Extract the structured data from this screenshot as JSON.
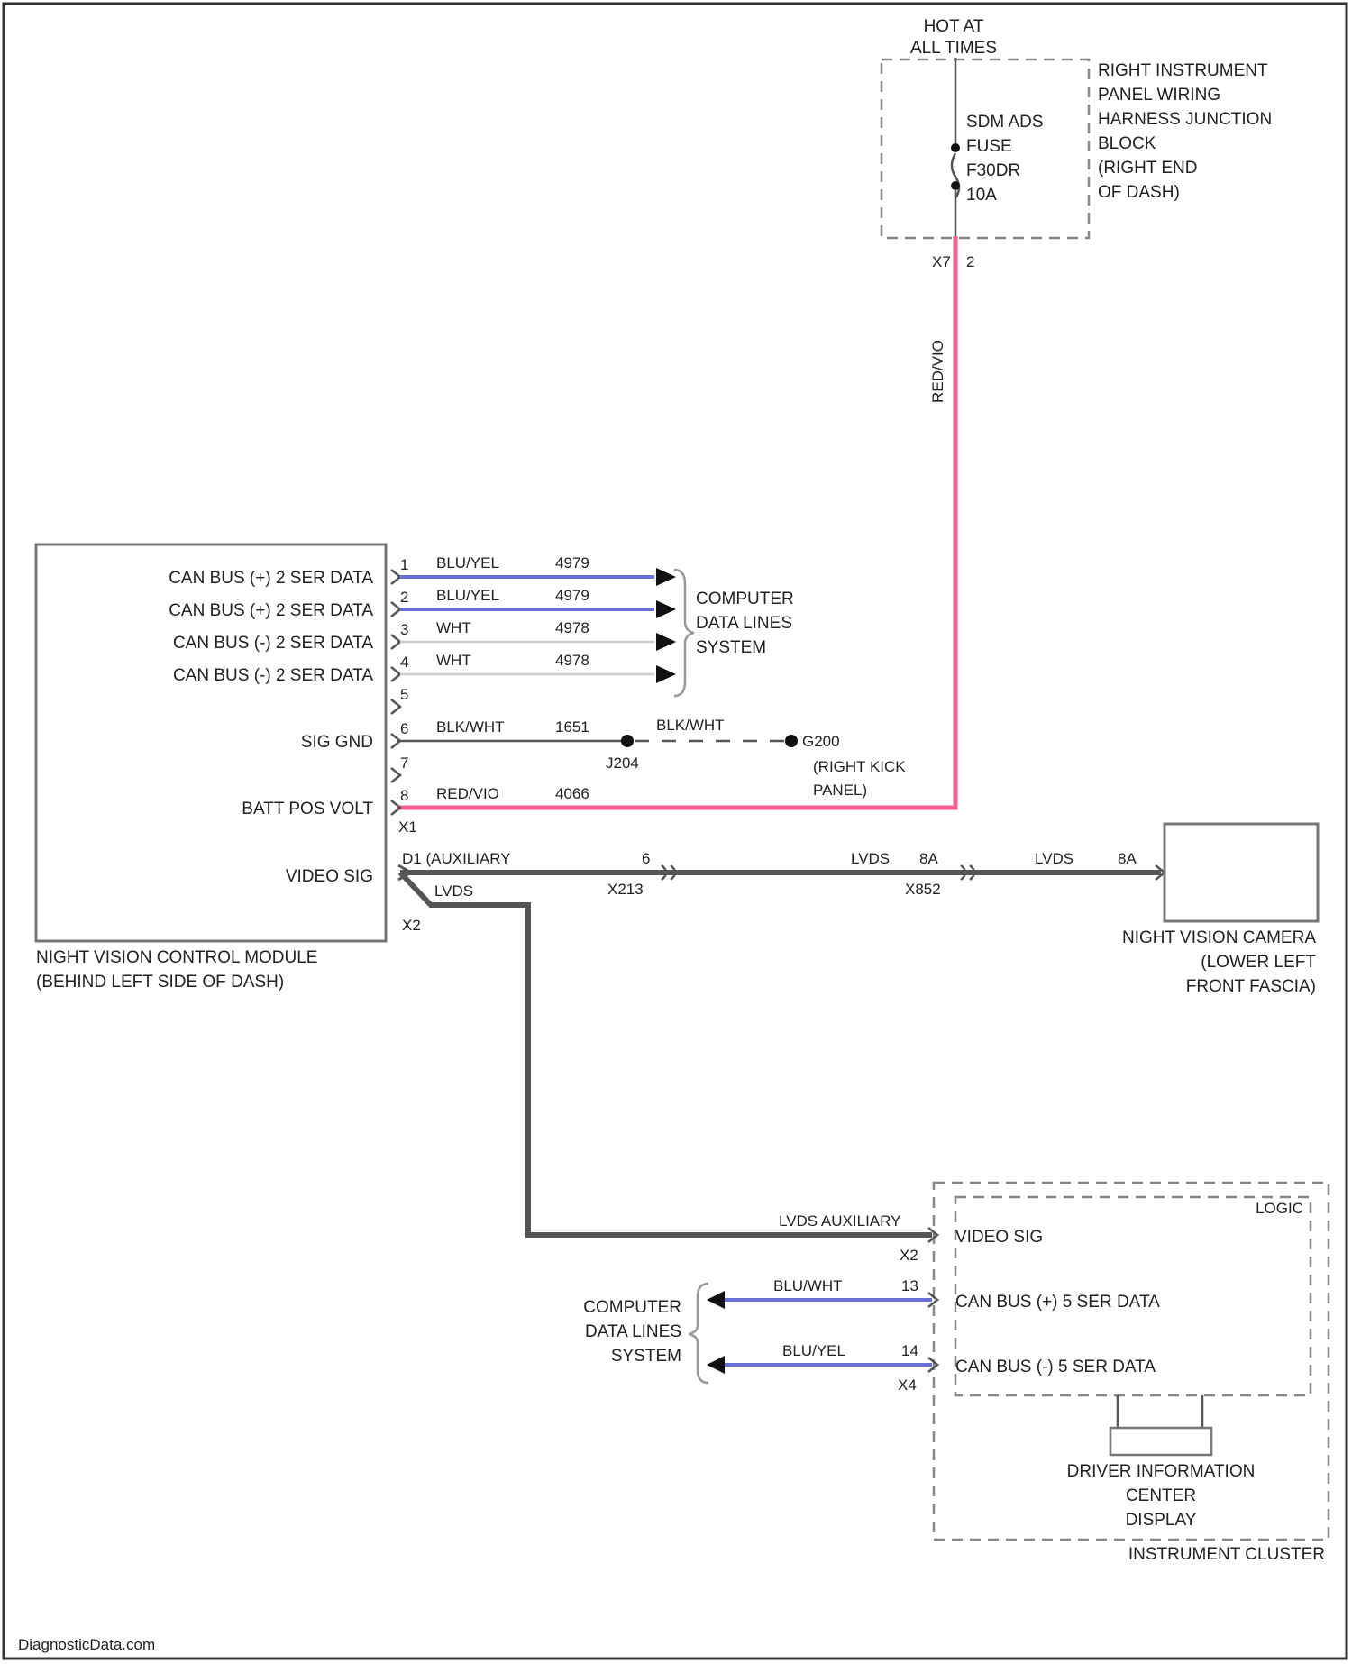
{
  "fuse_block": {
    "hot": "HOT AT\nALL TIMES",
    "name": "RIGHT INSTRUMENT\nPANEL WIRING\nHARNESS JUNCTION\nBLOCK\n(RIGHT END\nOF DASH)",
    "fuse": "SDM ADS\nFUSE\nF30DR\n10A",
    "connector": "X7",
    "pin": "2"
  },
  "nvm": {
    "name": "NIGHT VISION CONTROL MODULE\n(BEHIND LEFT SIDE OF DASH)",
    "pins": [
      {
        "num": "1",
        "label": "CAN BUS (+) 2 SER DATA",
        "color": "BLU/YEL",
        "circuit": "4979"
      },
      {
        "num": "2",
        "label": "CAN BUS (+) 2 SER DATA",
        "color": "BLU/YEL",
        "circuit": "4979"
      },
      {
        "num": "3",
        "label": "CAN BUS (-) 2 SER DATA",
        "color": "WHT",
        "circuit": "4978"
      },
      {
        "num": "4",
        "label": "CAN BUS (-) 2 SER DATA",
        "color": "WHT",
        "circuit": "4978"
      },
      {
        "num": "5",
        "label": "",
        "color": "",
        "circuit": ""
      },
      {
        "num": "6",
        "label": "SIG GND",
        "color": "BLK/WHT",
        "circuit": "1651"
      },
      {
        "num": "7",
        "label": "",
        "color": "",
        "circuit": ""
      },
      {
        "num": "8",
        "label": "BATT POS VOLT",
        "color": "RED/VIO",
        "circuit": "4066"
      }
    ],
    "connector_x1": "X1",
    "video_label": "VIDEO SIG",
    "video_pins": "D1 (AUXILIARY",
    "lvds": "LVDS",
    "connector_x2": "X2"
  },
  "data_lines_1": "COMPUTER\nDATA LINES\nSYSTEM",
  "ground": {
    "splice": "J204",
    "color": "BLK/WHT",
    "ground_id": "G200",
    "location": "(RIGHT KICK\nPANEL)"
  },
  "pink_wire": "RED/VIO",
  "camera_run": {
    "pin_x213": "6",
    "x213": "X213",
    "lvds_a": "LVDS",
    "pin_a": "8A",
    "x852": "X852",
    "lvds_b": "LVDS",
    "pin_b": "8A"
  },
  "camera": {
    "name": "NIGHT VISION CAMERA\n(LOWER LEFT\nFRONT FASCIA)"
  },
  "cluster": {
    "logic": "LOGIC",
    "video_run": "LVDS AUXILIARY",
    "video_pin": "X2",
    "video_label": "VIDEO SIG",
    "pin_13": "13",
    "color_13": "BLU/WHT",
    "label_13": "CAN BUS (+) 5 SER DATA",
    "pin_14": "14",
    "color_14": "BLU/YEL",
    "label_14": "CAN BUS (-) 5 SER DATA",
    "connector": "X4",
    "display": "DRIVER INFORMATION\nCENTER\nDISPLAY",
    "name": "INSTRUMENT CLUSTER"
  },
  "data_lines_2": "COMPUTER\nDATA LINES\nSYSTEM",
  "watermark": "DiagnosticData.com"
}
